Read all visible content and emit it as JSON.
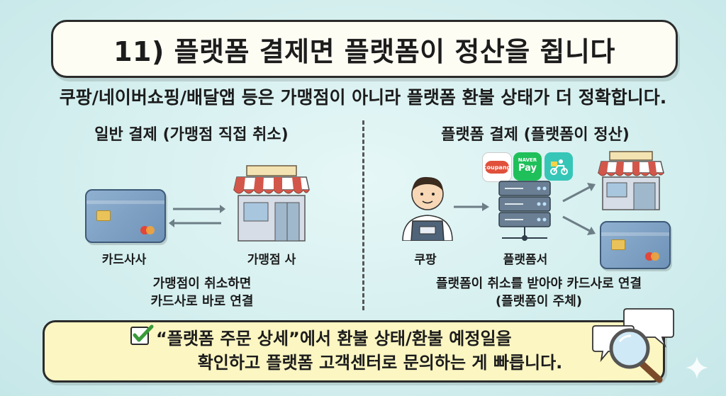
{
  "title": "11) 플랫폼 결제면 플랫폼이 정산을 쥡니다",
  "subtitle": "쿠팡/네이버쇼핑/배달앱 등은 가맹점이 아니라 플랫폼 환불 상태가 더 정확합니다.",
  "left": {
    "heading": "일반 결제 (가맹점 직접 취소)",
    "card_label": "카드사사",
    "store_label": "가맹점 사",
    "description_lines": [
      "가맹점이 취소하면",
      "카드사로 바로 연결"
    ]
  },
  "right": {
    "heading": "플랫폼 결제 (플랫폼이 정산)",
    "person_label": "쿠팡",
    "server_label": "플랫폼서",
    "description_lines": [
      "플랫폼이 취소를 받아야 카드사로 연결",
      "(플랫폼이 주체)"
    ],
    "app_icons": [
      "coupang",
      "NAVER",
      "Pay"
    ]
  },
  "bottom": {
    "line1": "“플랫폼 주문 상세”에서 환불 상태/환불 예정일을",
    "line2": "확인하고 플랫폼 고객센터로 문의하는 게 빠릅니다."
  },
  "colors": {
    "background": "#d3eeee",
    "title_box": "#fefdf4",
    "bottom_box": "#fbf6c2",
    "card": "#7fa2c4",
    "awning_red": "#d2574a",
    "check_green": "#3a9a3a"
  }
}
